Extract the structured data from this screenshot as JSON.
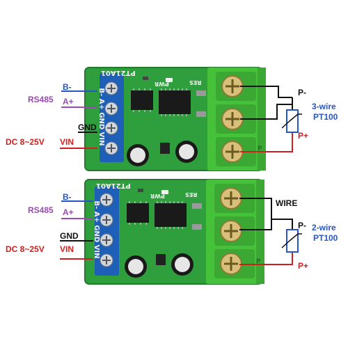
{
  "colors": {
    "pcb": "#2f9e3c",
    "pcb_dark": "#237a2d",
    "terminal_blue": "#1e5fb8",
    "terminal_green": "#45c23a",
    "label_blue": "#2456c9",
    "label_purple": "#9b47b5",
    "label_red": "#d11f1f",
    "label_black": "#111111",
    "wire_black": "#111111",
    "wire_red": "#d11f1f",
    "wire_blue": "#2456c9",
    "wire_purple": "#9b47b5"
  },
  "boards": [
    {
      "silk_model": "PT21A01",
      "silk_pins": "B- A+ GND VIN",
      "silk_pwr": "PWR",
      "silk_res": "RES",
      "silk_p": "P",
      "labels": {
        "b_minus": "B-",
        "rs485": "RS485",
        "a_plus": "A+",
        "gnd": "GND",
        "dc": "DC 8~25V",
        "vin": "VIN"
      },
      "sensor": {
        "p_minus": "P-",
        "p_plus": "P+",
        "type_line1": "3-wire",
        "type_line2": "PT100"
      }
    },
    {
      "silk_model": "PT21A01",
      "silk_pins": "B- A+ GND VIN",
      "silk_pwr": "PWR",
      "silk_res": "RES",
      "silk_p": "P",
      "labels": {
        "b_minus": "B-",
        "rs485": "RS485",
        "a_plus": "A+",
        "gnd": "GND",
        "dc": "DC 8~25V",
        "vin": "VIN"
      },
      "sensor": {
        "wire": "WIRE",
        "p_minus": "P-",
        "p_plus": "P+",
        "type_line1": "2-wire",
        "type_line2": "PT100"
      }
    }
  ]
}
